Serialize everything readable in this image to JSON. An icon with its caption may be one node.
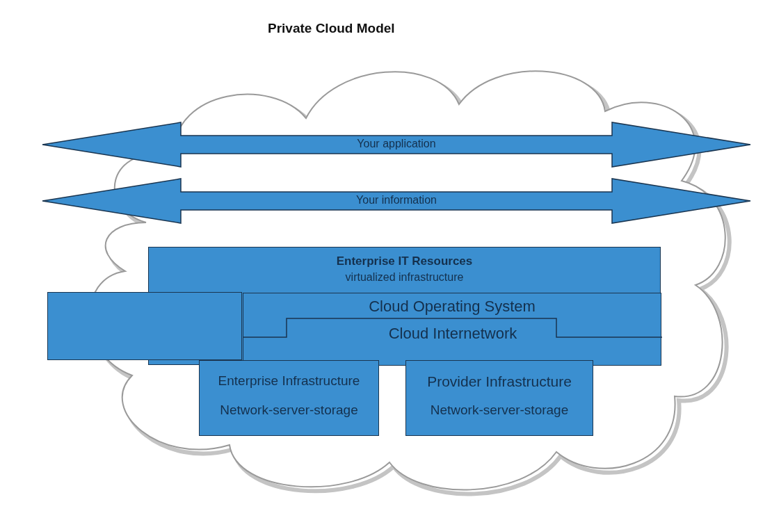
{
  "diagram": {
    "title": "Private Cloud Model",
    "nodes": [
      {
        "text": [],
        "shape": "cloud"
      },
      {
        "text": [
          "Your application"
        ]
      },
      {
        "text": [
          "Your information"
        ]
      },
      {
        "text": [
          "Enterprise IT Resources",
          "virtualized infrastructure"
        ],
        "in": 0
      },
      {
        "text": [],
        "shape": "box",
        "in": 0
      },
      {
        "text": [
          "Cloud Operating System"
        ],
        "in": 3
      },
      {
        "text": [
          "Cloud Internetwork"
        ],
        "in": 5
      },
      {
        "text": [
          "Enterprise Infrastructure",
          "Network-server-storage"
        ],
        "in": 0
      },
      {
        "text": [
          "Provider Infrastructure",
          "Network-server-storage"
        ],
        "in": 0
      }
    ],
    "edges": []
  }
}
